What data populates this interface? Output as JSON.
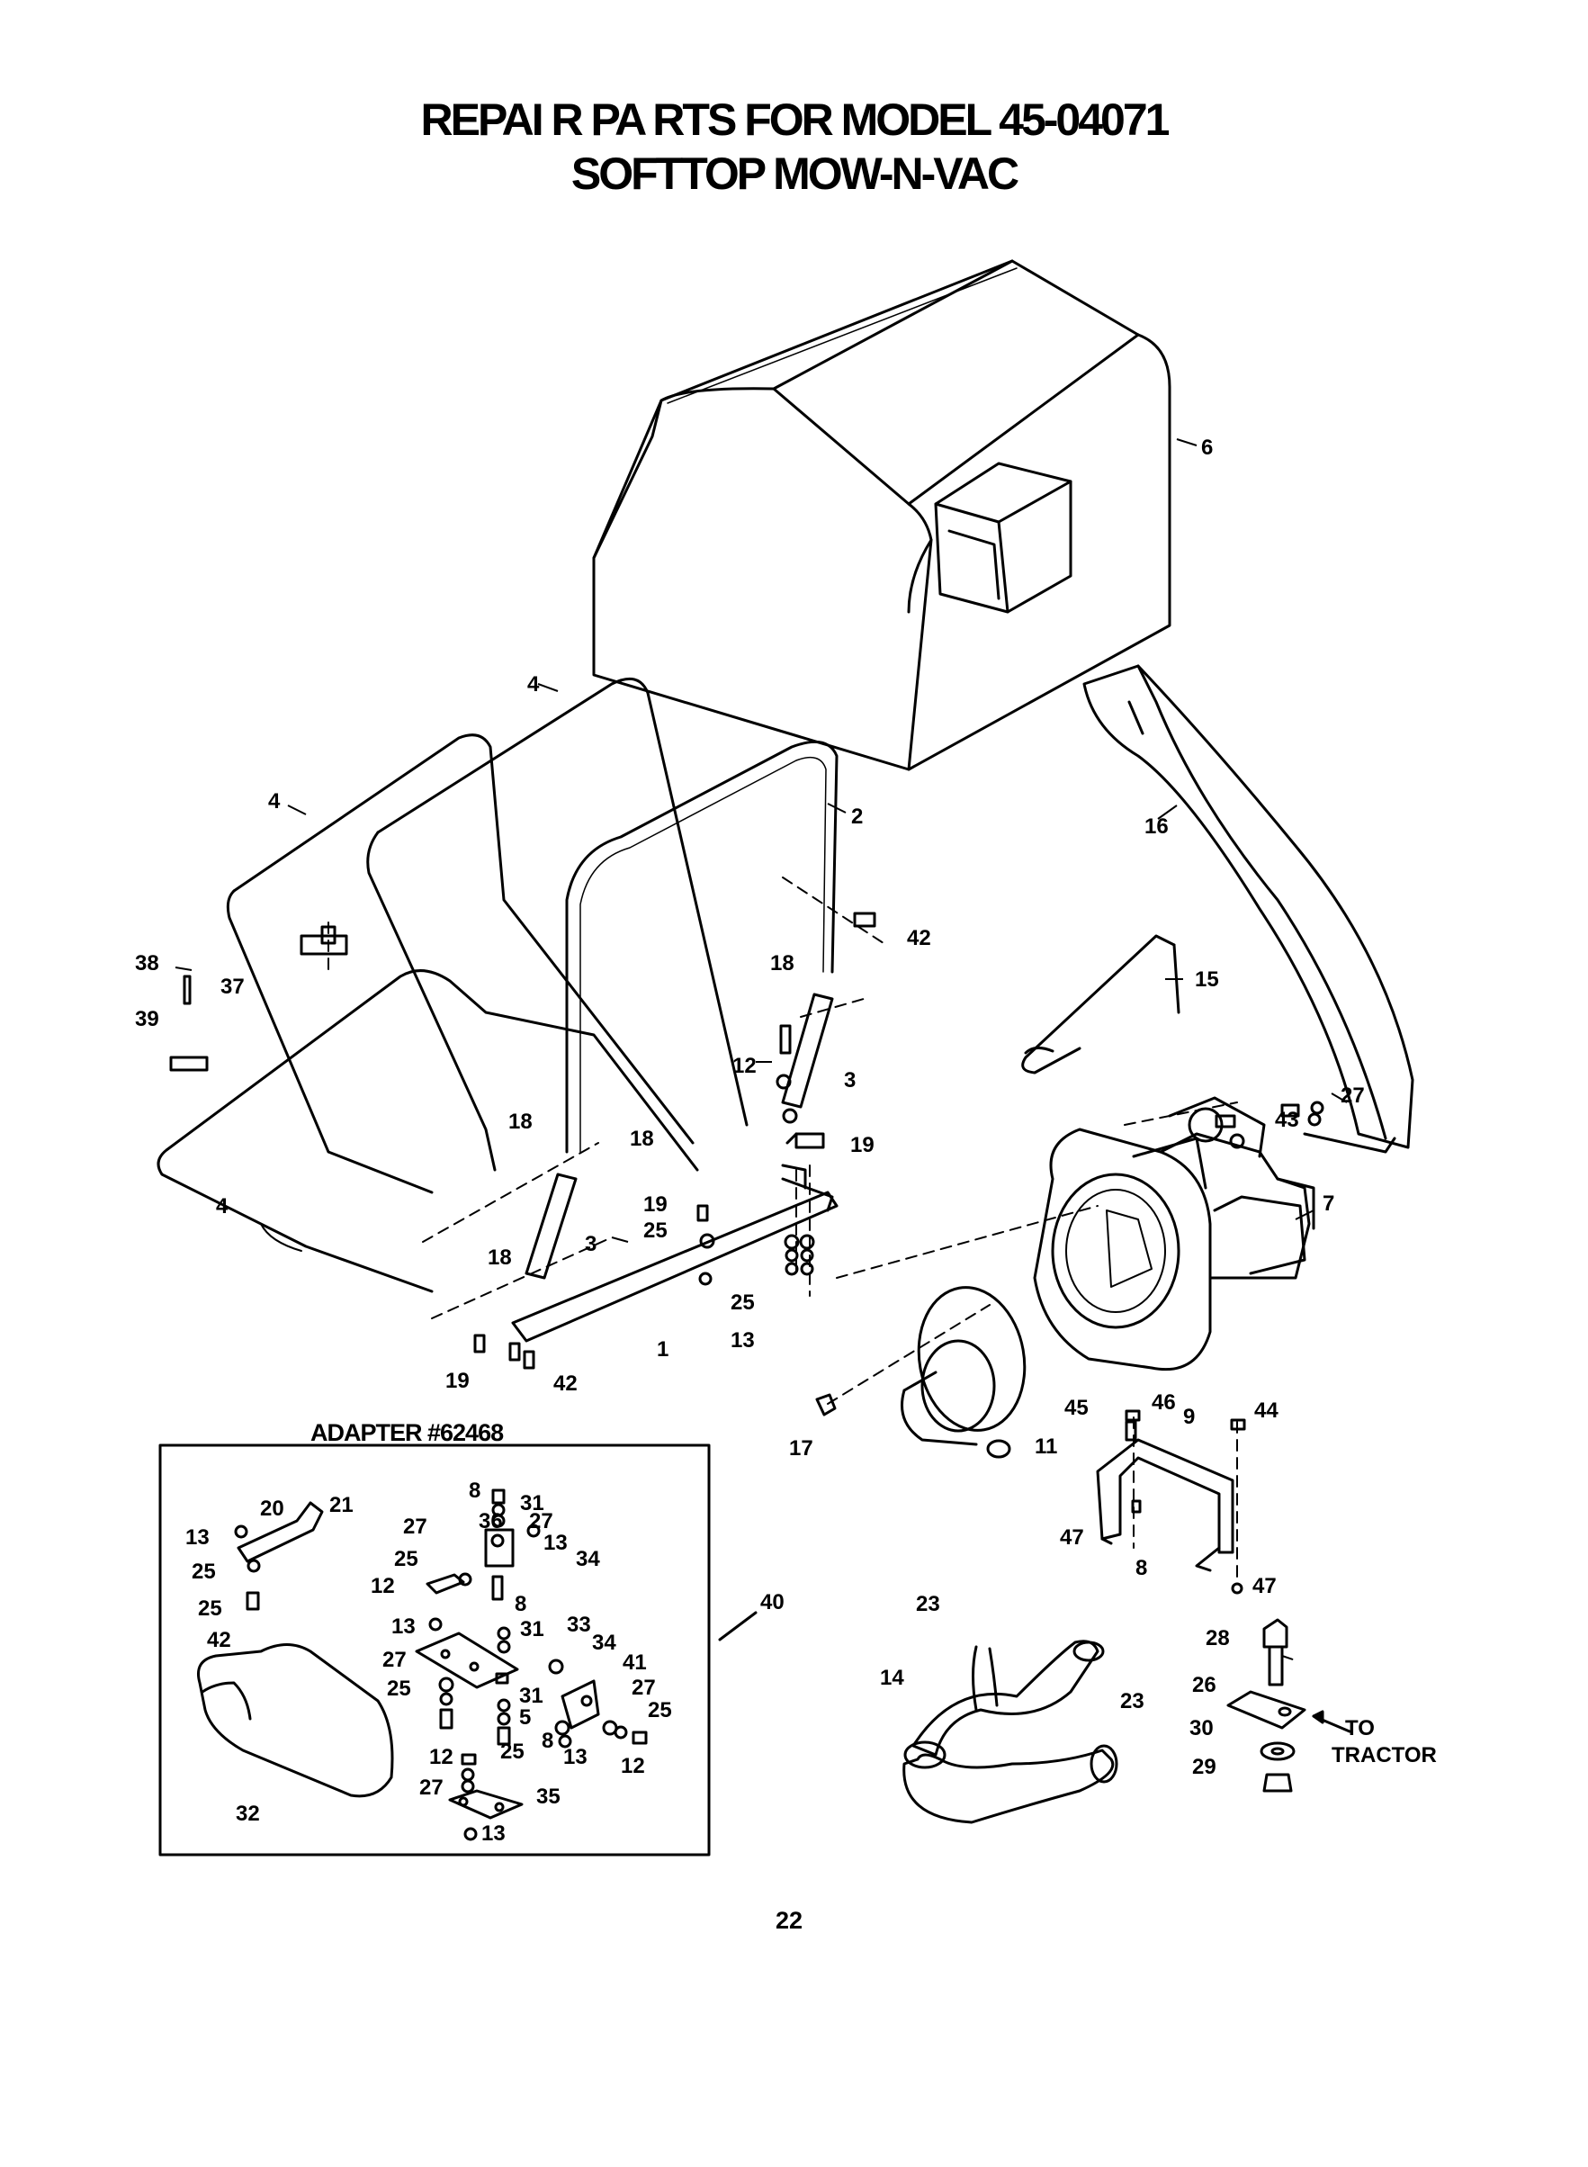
{
  "title_line1": "REPAI R PA RTS FOR MODEL 45-04071",
  "title_line2": "SOFTTOP MOW-N-VAC",
  "adapter_label": "ADAPTER #62468",
  "page_number": "22",
  "to_tractor": [
    "TO",
    "TRACTOR"
  ],
  "callouts": {
    "p6": "6",
    "p16": "16",
    "p2": "2",
    "p4a": "4",
    "p4b": "4",
    "p4c": "4",
    "p42a": "42",
    "p38": "38",
    "p37": "37",
    "p39": "39",
    "p18a": "18",
    "p18b": "18",
    "p18c": "18",
    "p18d": "18",
    "p12a": "12",
    "p3a": "3",
    "p3b": "3",
    "p15": "15",
    "p19a": "19",
    "p19b": "19",
    "p19c": "19",
    "p25a": "25",
    "p25b": "25",
    "p1": "1",
    "p13a": "13",
    "p42b": "42",
    "p27a": "27",
    "p43": "43",
    "p7": "7",
    "p17": "17",
    "p11": "11",
    "p45": "45",
    "p46": "46",
    "p9": "9",
    "p44": "44",
    "p47a": "47",
    "p47b": "47",
    "p8a": "8",
    "a20": "20",
    "a21": "21",
    "a13a": "13",
    "a25a": "25",
    "a25b": "25",
    "a42": "42",
    "a8a": "8",
    "a31a": "31",
    "a27a": "27",
    "a36": "36",
    "a27b": "27",
    "a13b": "13",
    "a25c": "25",
    "a34a": "34",
    "a12a": "12",
    "a40": "40",
    "a8b": "8",
    "a31b": "31",
    "a33": "33",
    "a13c": "13",
    "a27c": "27",
    "a34b": "34",
    "a25d": "25",
    "a41": "41",
    "a31c": "31",
    "a5": "5",
    "a27d": "27",
    "a25e": "25",
    "a8c": "8",
    "a13d": "13",
    "a12b": "12",
    "a12c": "12",
    "a25f": "25",
    "a27e": "27",
    "a35": "35",
    "a32": "32",
    "a13e": "13",
    "h23a": "23",
    "h14": "14",
    "h23b": "23",
    "h28": "28",
    "h26": "26",
    "h30": "30",
    "h29": "29"
  }
}
